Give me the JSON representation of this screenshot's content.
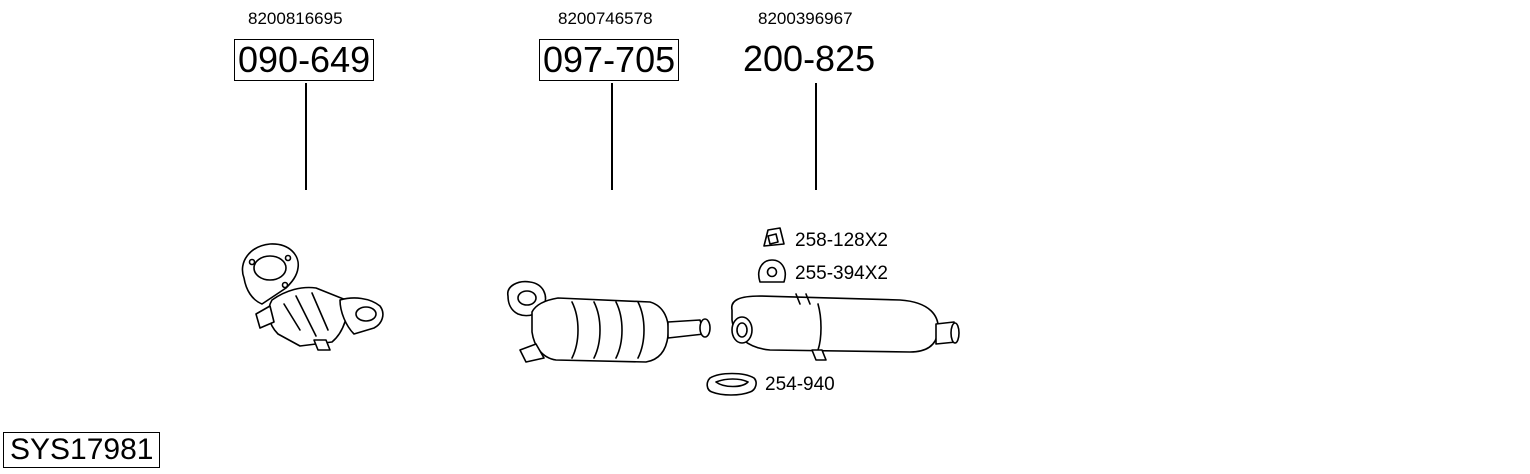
{
  "parts": [
    {
      "oem": "8200816695",
      "number": "090-649",
      "boxed": true
    },
    {
      "oem": "8200746578",
      "number": "097-705",
      "boxed": true
    },
    {
      "oem": "8200396967",
      "number": "200-825",
      "boxed": false
    }
  ],
  "accessories": [
    {
      "label": "258-128X2",
      "icon": "rubber-hanger-icon"
    },
    {
      "label": "255-394X2",
      "icon": "rubber-ring-mount-icon"
    },
    {
      "label": "254-940",
      "icon": "pipe-clamp-icon"
    }
  ],
  "system_code": "SYS17981"
}
